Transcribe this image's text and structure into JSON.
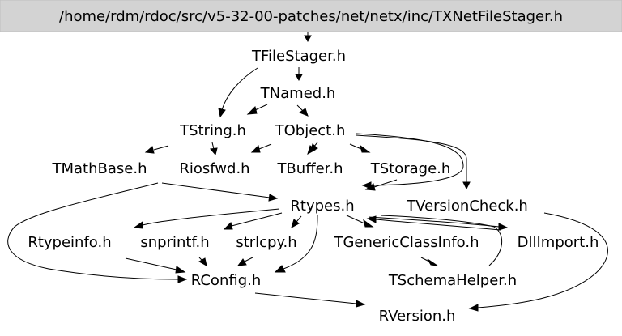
{
  "graph": {
    "root": {
      "label": "/home/rdm/rdoc/src/v5-32-00-patches/net/netx/inc/TXNetFileStager.h"
    },
    "nodes": {
      "tfilestager": {
        "label": "TFileStager.h"
      },
      "tnamed": {
        "label": "TNamed.h"
      },
      "tstring": {
        "label": "TString.h"
      },
      "tobject": {
        "label": "TObject.h"
      },
      "tmathbase": {
        "label": "TMathBase.h"
      },
      "riosfwd": {
        "label": "Riosfwd.h"
      },
      "tbuffer": {
        "label": "TBuffer.h"
      },
      "tstorage": {
        "label": "TStorage.h"
      },
      "rtypes": {
        "label": "Rtypes.h"
      },
      "tversioncheck": {
        "label": "TVersionCheck.h"
      },
      "rtypeinfo": {
        "label": "Rtypeinfo.h"
      },
      "snprintf": {
        "label": "snprintf.h"
      },
      "strlcpy": {
        "label": "strlcpy.h"
      },
      "tgenericclassinfo": {
        "label": "TGenericClassInfo.h"
      },
      "dllimport": {
        "label": "DllImport.h"
      },
      "rconfig": {
        "label": "RConfig.h"
      },
      "tschemahelper": {
        "label": "TSchemaHelper.h"
      },
      "rversion": {
        "label": "RVersion.h"
      }
    },
    "edges": [
      {
        "from": "root",
        "to": "tfilestager"
      },
      {
        "from": "tfilestager",
        "to": "tnamed"
      },
      {
        "from": "tfilestager",
        "to": "tstring"
      },
      {
        "from": "tnamed",
        "to": "tstring"
      },
      {
        "from": "tnamed",
        "to": "tobject"
      },
      {
        "from": "tstring",
        "to": "tmathbase"
      },
      {
        "from": "tstring",
        "to": "riosfwd"
      },
      {
        "from": "tstring",
        "to": "rtypes"
      },
      {
        "from": "tobject",
        "to": "riosfwd"
      },
      {
        "from": "tobject",
        "to": "tbuffer"
      },
      {
        "from": "tobject",
        "to": "tstorage"
      },
      {
        "from": "tobject",
        "to": "tversioncheck"
      },
      {
        "from": "tobject",
        "to": "rtypes"
      },
      {
        "from": "tmathbase",
        "to": "rtypes"
      },
      {
        "from": "tmathbase",
        "to": "rconfig"
      },
      {
        "from": "tstorage",
        "to": "rtypes"
      },
      {
        "from": "tversioncheck",
        "to": "rversion"
      },
      {
        "from": "rtypes",
        "to": "rtypeinfo"
      },
      {
        "from": "rtypes",
        "to": "snprintf"
      },
      {
        "from": "rtypes",
        "to": "strlcpy"
      },
      {
        "from": "rtypes",
        "to": "tgenericclassinfo"
      },
      {
        "from": "rtypes",
        "to": "dllimport"
      },
      {
        "from": "rtypes",
        "to": "rconfig"
      },
      {
        "from": "rtypeinfo",
        "to": "rconfig"
      },
      {
        "from": "snprintf",
        "to": "rconfig"
      },
      {
        "from": "strlcpy",
        "to": "rconfig"
      },
      {
        "from": "tgenericclassinfo",
        "to": "tschemahelper"
      },
      {
        "from": "tschemahelper",
        "to": "rtypes"
      },
      {
        "from": "rconfig",
        "to": "rversion"
      }
    ]
  }
}
